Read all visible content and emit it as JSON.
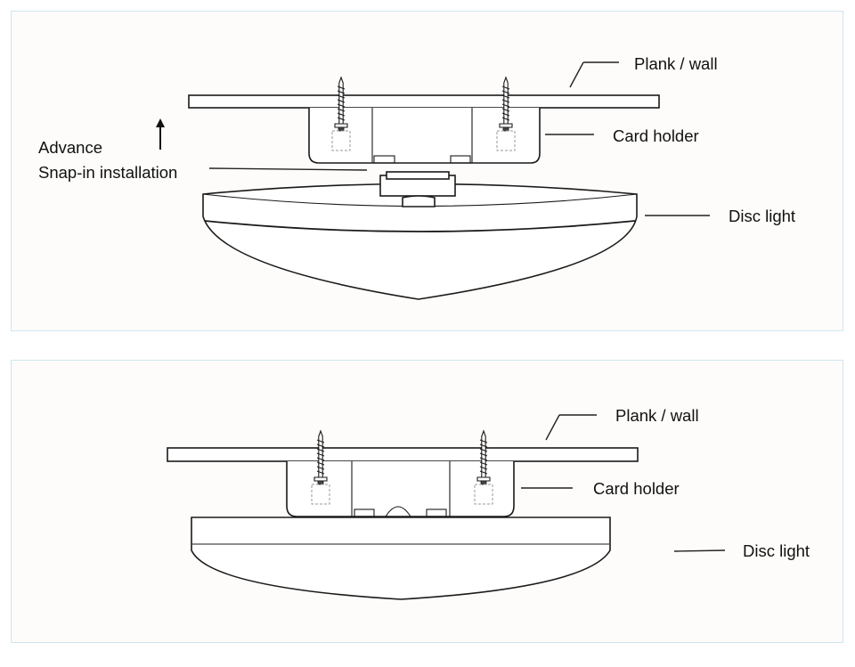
{
  "top_panel": {
    "labels": {
      "plank": "Plank / wall",
      "holder": "Card holder",
      "advance": "Advance",
      "snap": "Snap-in installation",
      "disc": "Disc light"
    }
  },
  "bottom_panel": {
    "labels": {
      "plank": "Plank / wall",
      "holder": "Card holder",
      "disc": "Disc light"
    }
  }
}
